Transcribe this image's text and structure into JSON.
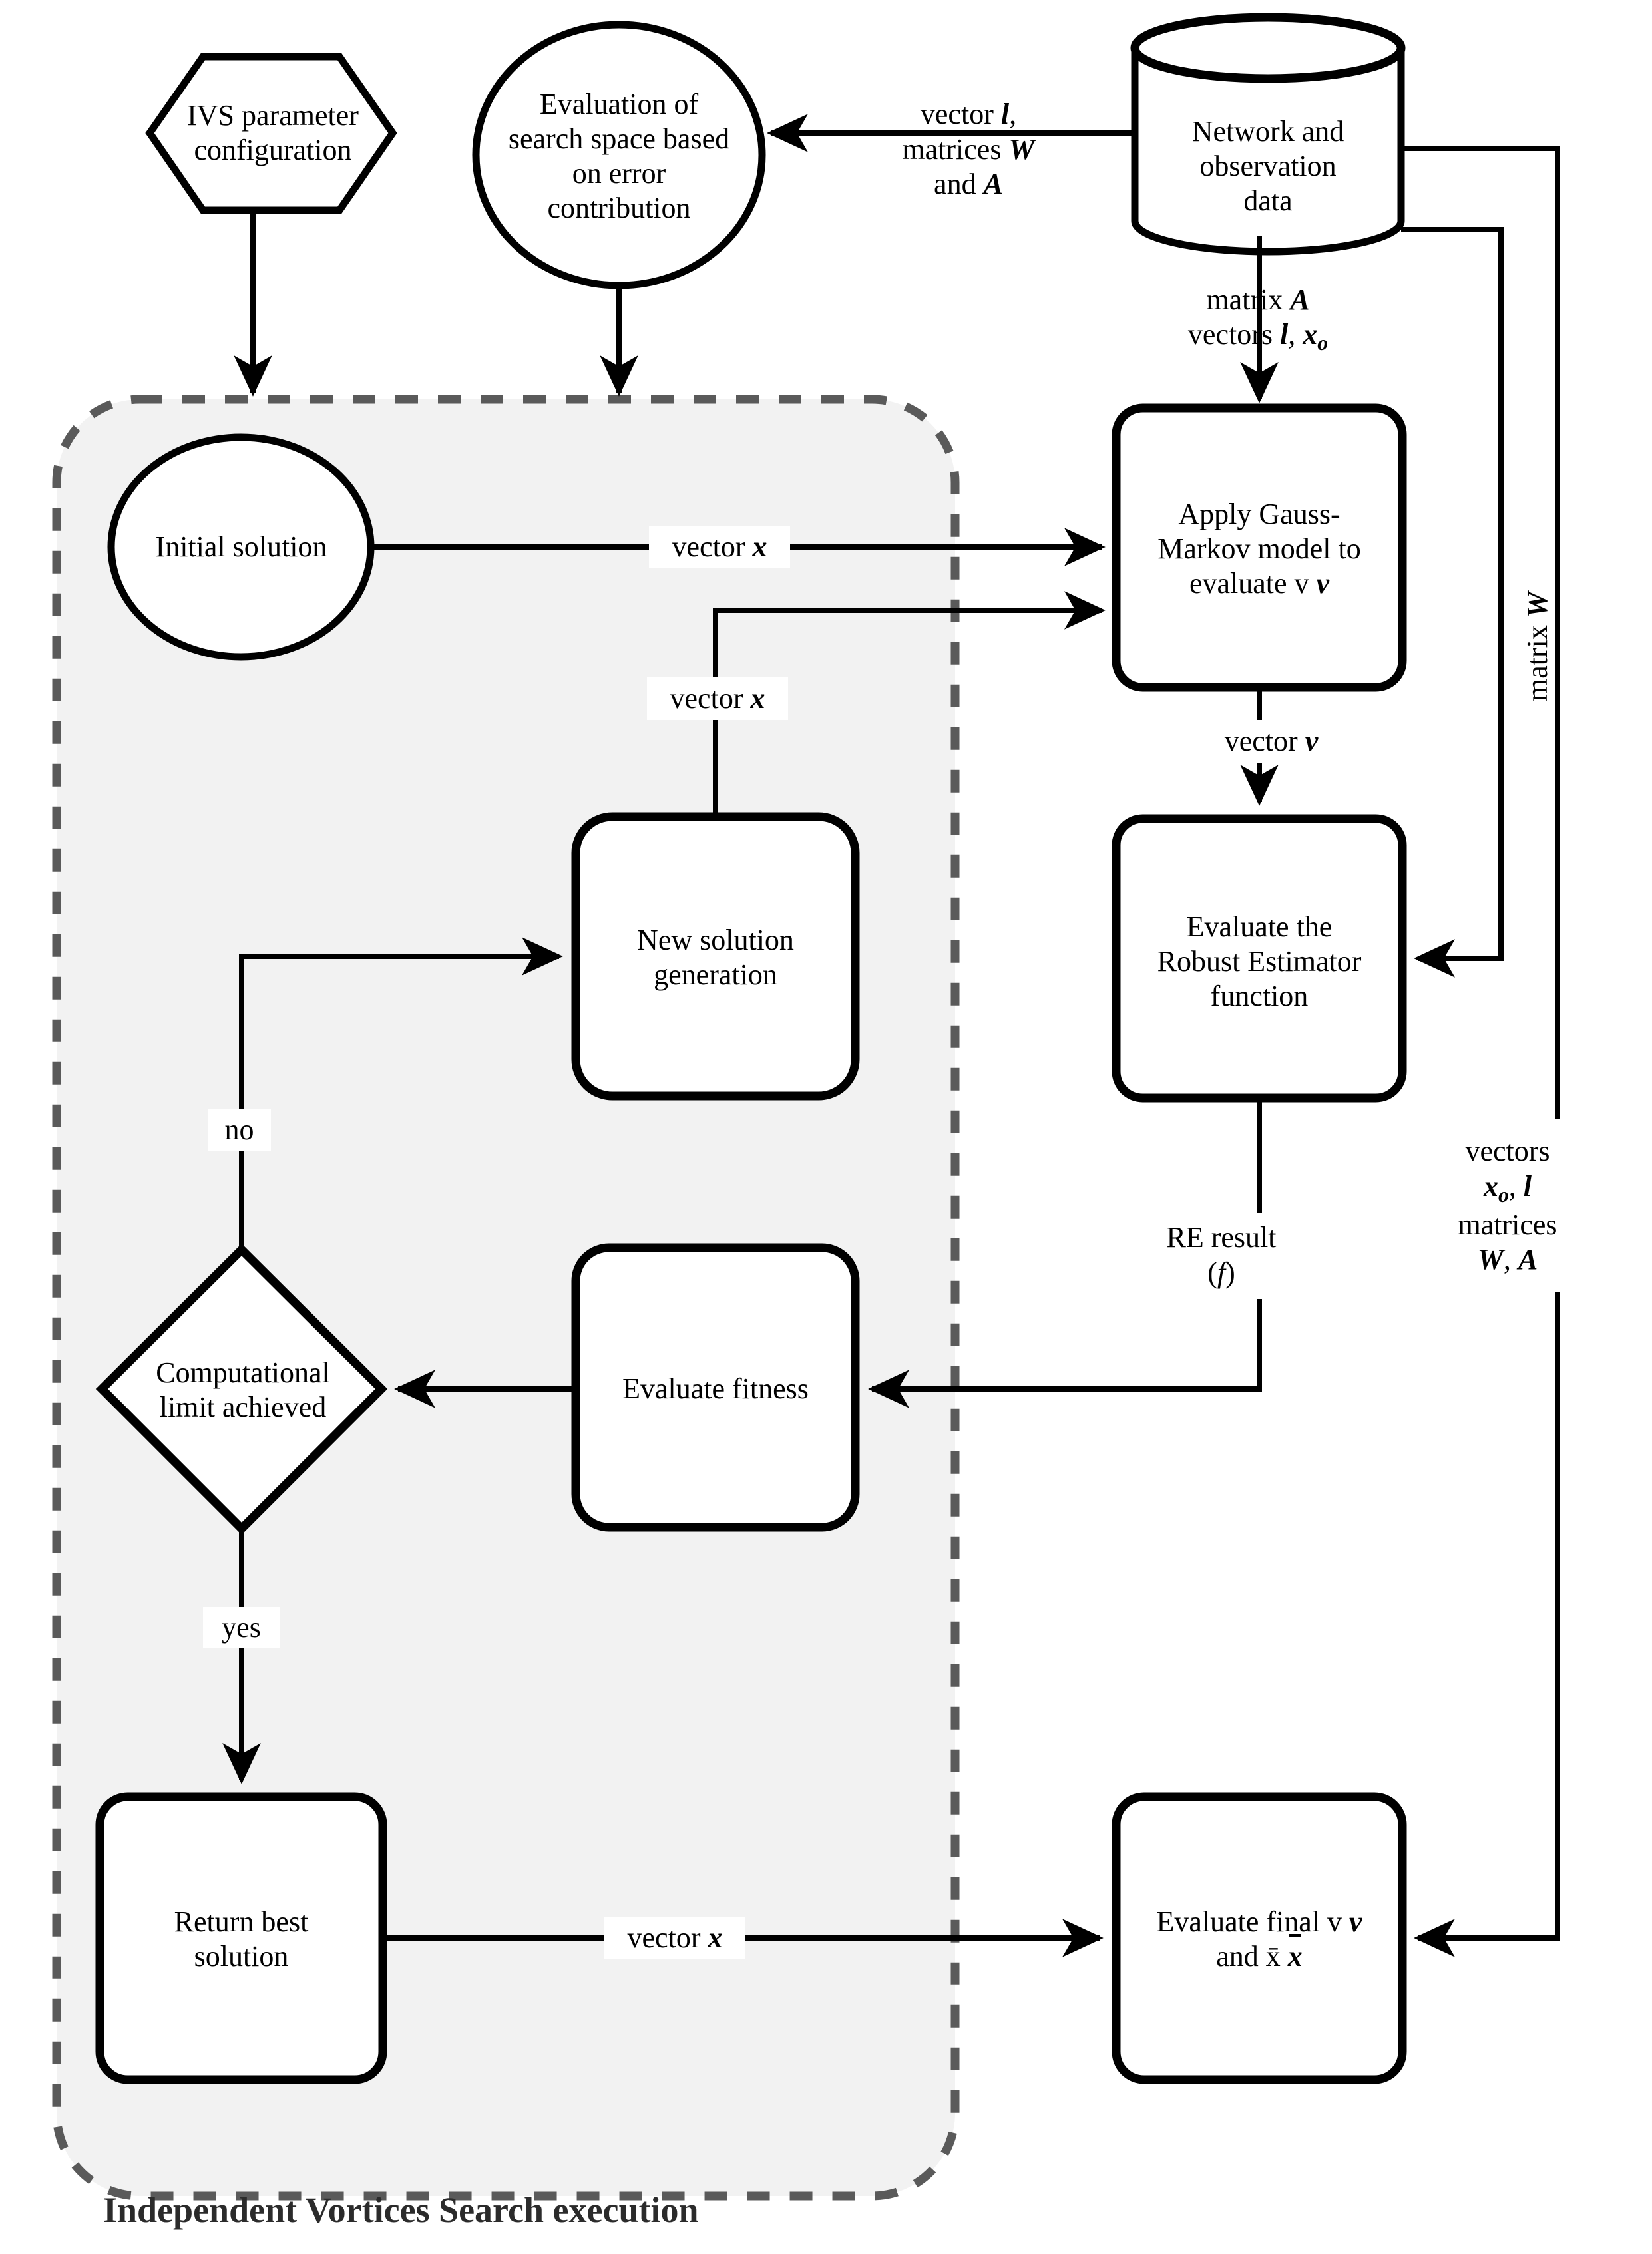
{
  "diagram": {
    "caption": "Independent Vortices Search execution",
    "container_label": "Independent Vortices Search execution",
    "colors": {
      "stroke": "#000000",
      "container_fill": "#f2f2f2",
      "container_stroke": "#5a5a5a",
      "caption_color": "#2b2b2b",
      "label_background": "#ffffff"
    }
  },
  "nodes": {
    "ivs_config": {
      "id": "ivs-parameter-configuration",
      "shape": "hexagon",
      "label": "IVS parameter\nconfiguration"
    },
    "search_space": {
      "id": "evaluation-of-search-space",
      "shape": "ellipse",
      "label": "Evaluation of\nsearch space based\non error\ncontribution"
    },
    "network_data": {
      "id": "network-and-observation-data",
      "shape": "cylinder",
      "label": "Network and\nobservation\ndata"
    },
    "initial_solution": {
      "id": "initial-solution",
      "shape": "ellipse",
      "label": "Initial solution"
    },
    "gauss_markov": {
      "id": "apply-gauss-markov-model",
      "shape": "rounded-rect",
      "label": "Apply Gauss-\nMarkov model to\nevaluate v"
    },
    "new_solution": {
      "id": "new-solution-generation",
      "shape": "rounded-rect",
      "label": "New solution\ngeneration"
    },
    "robust_estimator": {
      "id": "evaluate-robust-estimator-function",
      "shape": "rounded-rect",
      "label": "Evaluate the\nRobust Estimator\nfunction"
    },
    "decision": {
      "id": "computational-limit-achieved",
      "shape": "diamond",
      "label": "Computational\nlimit achieved"
    },
    "evaluate_fitness": {
      "id": "evaluate-fitness",
      "shape": "rounded-rect",
      "label": "Evaluate fitness"
    },
    "return_best": {
      "id": "return-best-solution",
      "shape": "rounded-rect",
      "label": "Return best\nsolution"
    },
    "evaluate_final": {
      "id": "evaluate-final-v-and-xbar",
      "shape": "rounded-rect",
      "label": "Evaluate final v\nand x̄"
    }
  },
  "edge_labels": {
    "data_to_search": {
      "id": "vector-l-matrices-w-and-a",
      "line1": "vector l,",
      "line2": "matrices W",
      "line3": "and A"
    },
    "data_to_gm": {
      "id": "matrix-a-vectors-l-xo",
      "line1": "matrix A",
      "line2": "vectors l, xₒ"
    },
    "initial_to_gm": {
      "id": "vector-x-initial",
      "text": "vector x"
    },
    "newsol_to_gm": {
      "id": "vector-x-new-solution",
      "text": "vector x"
    },
    "gm_to_re": {
      "id": "vector-v",
      "text": "vector v"
    },
    "re_to_fitness": {
      "id": "re-result-f",
      "line1": "RE result",
      "line2": "(f)"
    },
    "data_matrix_w": {
      "id": "matrix-w",
      "text": "matrix W"
    },
    "data_to_final": {
      "id": "vectors-xo-l-matrices-w-a",
      "line1": "vectors",
      "line2": "xₒ, l",
      "line3": "matrices",
      "line4": "W, A"
    },
    "decision_no": {
      "id": "branch-no",
      "text": "no"
    },
    "decision_yes": {
      "id": "branch-yes",
      "text": "yes"
    },
    "return_to_final": {
      "id": "vector-x-return-best",
      "text": "vector x"
    }
  },
  "edges": [
    {
      "from": "network_data",
      "to": "search_space",
      "label": "vector l, matrices W and A"
    },
    {
      "from": "network_data",
      "to": "gauss_markov",
      "label": "matrix A vectors l, xₒ"
    },
    {
      "from": "network_data",
      "to": "robust_estimator",
      "label": "matrix W"
    },
    {
      "from": "network_data",
      "to": "evaluate_final",
      "label": "vectors xₒ, l matrices W, A"
    },
    {
      "from": "ivs_config",
      "to": "container",
      "label": ""
    },
    {
      "from": "search_space",
      "to": "container",
      "label": ""
    },
    {
      "from": "initial_solution",
      "to": "gauss_markov",
      "label": "vector x"
    },
    {
      "from": "new_solution",
      "to": "gauss_markov",
      "label": "vector x"
    },
    {
      "from": "gauss_markov",
      "to": "robust_estimator",
      "label": "vector v"
    },
    {
      "from": "robust_estimator",
      "to": "evaluate_fitness",
      "label": "RE result (f)"
    },
    {
      "from": "evaluate_fitness",
      "to": "decision",
      "label": ""
    },
    {
      "from": "decision",
      "to": "new_solution",
      "label": "no"
    },
    {
      "from": "decision",
      "to": "return_best",
      "label": "yes"
    },
    {
      "from": "return_best",
      "to": "evaluate_final",
      "label": "vector x"
    }
  ]
}
